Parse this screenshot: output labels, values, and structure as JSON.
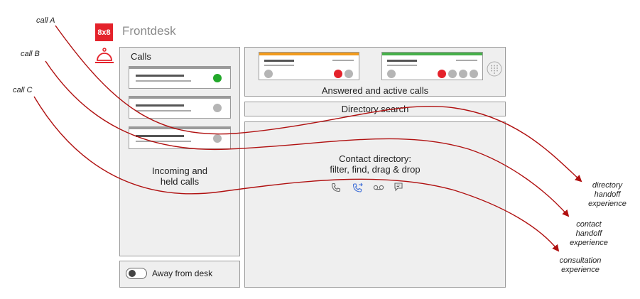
{
  "brand": {
    "logo_text": "8x8",
    "app_name": "Frontdesk"
  },
  "annotations": {
    "call_a": "call A",
    "call_b": "call B",
    "call_c": "call C",
    "directory_handoff": [
      "directory",
      "handoff",
      "experience"
    ],
    "contact_handoff": [
      "contact",
      "handoff",
      "experience"
    ],
    "consultation": [
      "consultation",
      "experience"
    ]
  },
  "calls_panel": {
    "title": "Calls",
    "caption_line1": "Incoming and",
    "caption_line2": "held calls",
    "cards": [
      {
        "status": "active",
        "status_color": "#22a82a"
      },
      {
        "status": "held",
        "status_color": "#b5b5b5"
      },
      {
        "status": "held",
        "status_color": "#b5b5b5"
      }
    ]
  },
  "active_panel": {
    "caption": "Answered and active calls",
    "cards": [
      {
        "accent_color": "#f29b1d"
      },
      {
        "accent_color": "#46b04a"
      }
    ]
  },
  "search_panel": {
    "label": "Directory search"
  },
  "directory_panel": {
    "caption_line1": "Contact directory:",
    "caption_line2": "filter, find, drag & drop",
    "actions": [
      "phone-icon",
      "transfer-call-icon",
      "voicemail-icon",
      "chat-icon"
    ]
  },
  "away": {
    "label": "Away from desk",
    "toggle_on": false
  },
  "colors": {
    "brand_red": "#e4222b",
    "arrow": "#b01010",
    "transfer_blue": "#3f6fd8"
  }
}
